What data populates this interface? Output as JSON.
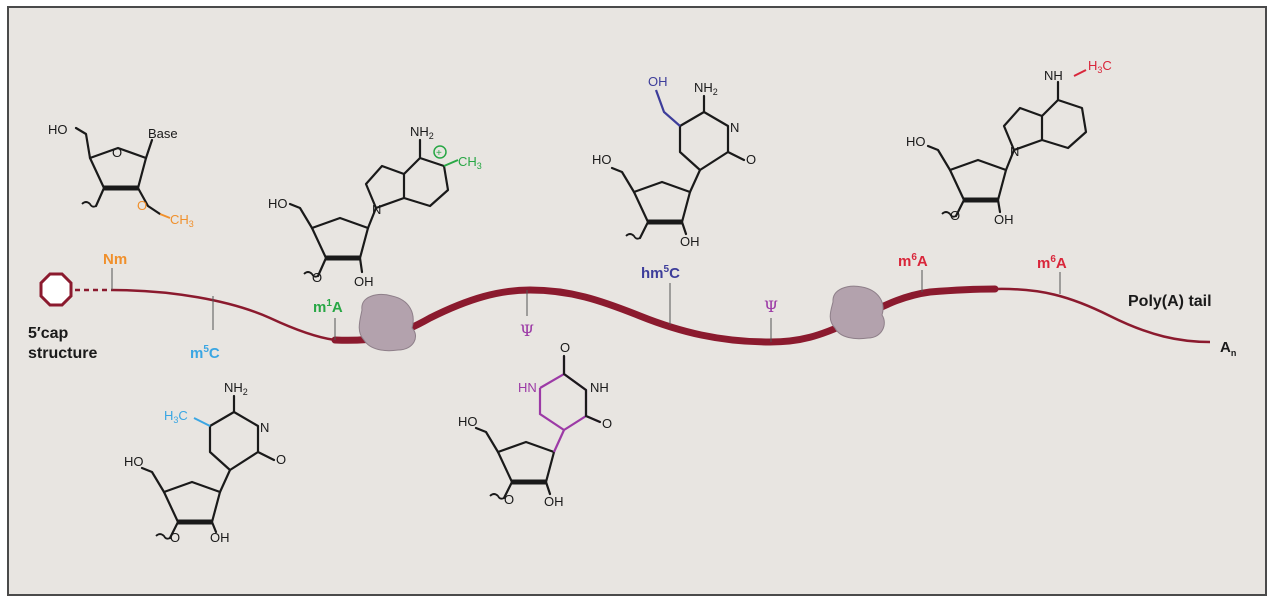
{
  "colors": {
    "background": "#e8e5e1",
    "frame": "#4a4a4a",
    "rna_strand": "#8b1a2e",
    "ribosome": "#b3a2ad",
    "nm": "#f0902c",
    "m5c": "#3aa6e3",
    "m1a": "#28a745",
    "psi": "#9c3aa6",
    "hm5c": "#3d3d9a",
    "m6a": "#d9263a",
    "text": "#1a1a1a"
  },
  "labels": {
    "cap_line1": "5′cap",
    "cap_line2": "structure",
    "nm": "Nm",
    "m5c_base": "m",
    "m5c_sup": "5",
    "m5c_tail": "C",
    "m1a_base": "m",
    "m1a_sup": "1",
    "m1a_tail": "A",
    "psi_1": "Ψ",
    "psi_2": "Ψ",
    "hm5c_base": "hm",
    "hm5c_sup": "5",
    "hm5c_tail": "C",
    "m6a_1_base": "m",
    "m6a_1_sup": "6",
    "m6a_1_tail": "A",
    "m6a_2_base": "m",
    "m6a_2_sup": "6",
    "m6a_2_tail": "A",
    "polya": "Poly(A) tail",
    "an_base": "A",
    "an_sub": "n"
  },
  "structures": {
    "nm": {
      "base": "Base",
      "ho": "HO",
      "o_ring": "O",
      "o_sub": "O",
      "ch3": "CH",
      "ch3_sub": "3"
    },
    "m1a": {
      "nh2": "NH",
      "nh2_sub": "2",
      "ch3": "CH",
      "ch3_sub": "3",
      "plus": "+",
      "n": "N",
      "ho": "HO",
      "oh": "OH",
      "o": "O"
    },
    "hm5c": {
      "oh": "OH",
      "nh2": "NH",
      "nh2_sub": "2",
      "n": "N",
      "o": "O",
      "ho": "HO",
      "oh2": "OH"
    },
    "m6a": {
      "nh": "NH",
      "h3c": "H",
      "h3c_sub": "3",
      "h3c_c": "C",
      "n": "N",
      "ho": "HO",
      "oh": "OH",
      "o": "O"
    },
    "m5c": {
      "nh2": "NH",
      "nh2_sub": "2",
      "h3c": "H",
      "h3c_sub": "3",
      "h3c_c": "C",
      "n": "N",
      "o": "O",
      "ho": "HO",
      "oh": "OH"
    },
    "psi": {
      "o": "O",
      "hn": "HN",
      "nh": "NH",
      "ho": "HO",
      "oh": "OH"
    }
  }
}
